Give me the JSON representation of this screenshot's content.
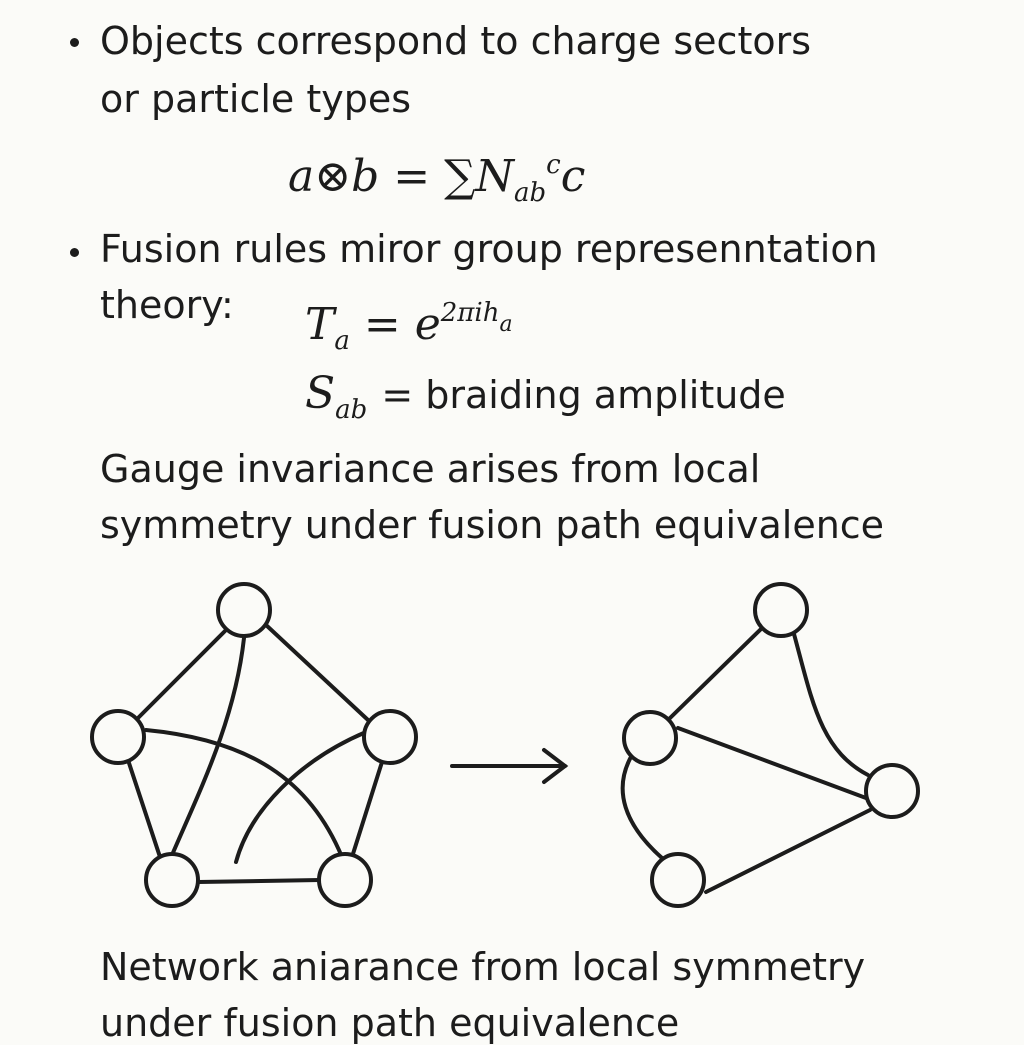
{
  "bullets": [
    {
      "line1": "Objects correspond to charge sectors",
      "line2": "or particle types"
    },
    {
      "line1": "Fusion rules miror group represenntation",
      "line2": "theory:"
    }
  ],
  "formulas": {
    "fusion": {
      "lhs": "a⊗b = ∑",
      "N": "N",
      "sub": "ab",
      "sup": "c",
      "tail": "c"
    },
    "twist": {
      "T": "T",
      "T_sub": "a",
      "eq": " = e",
      "exp": "2πih",
      "exp_sub": "a"
    },
    "smatrix": {
      "S": "S",
      "S_sub": "ab",
      "text": "= braiding amplitude"
    }
  },
  "paragraph": {
    "line1": "Gauge invariance arises from local",
    "line2": "symmetry under fusion path equivalence"
  },
  "caption": {
    "line1": "Network aniarance from local symmetry",
    "line2": "under fusion path equivalence"
  },
  "diagram": {
    "left_graph_nodes": 5,
    "right_graph_nodes": 4,
    "arrow_direction": "right"
  },
  "colors": {
    "ink": "#1c1c1c",
    "paper": "#fbfbf8"
  }
}
